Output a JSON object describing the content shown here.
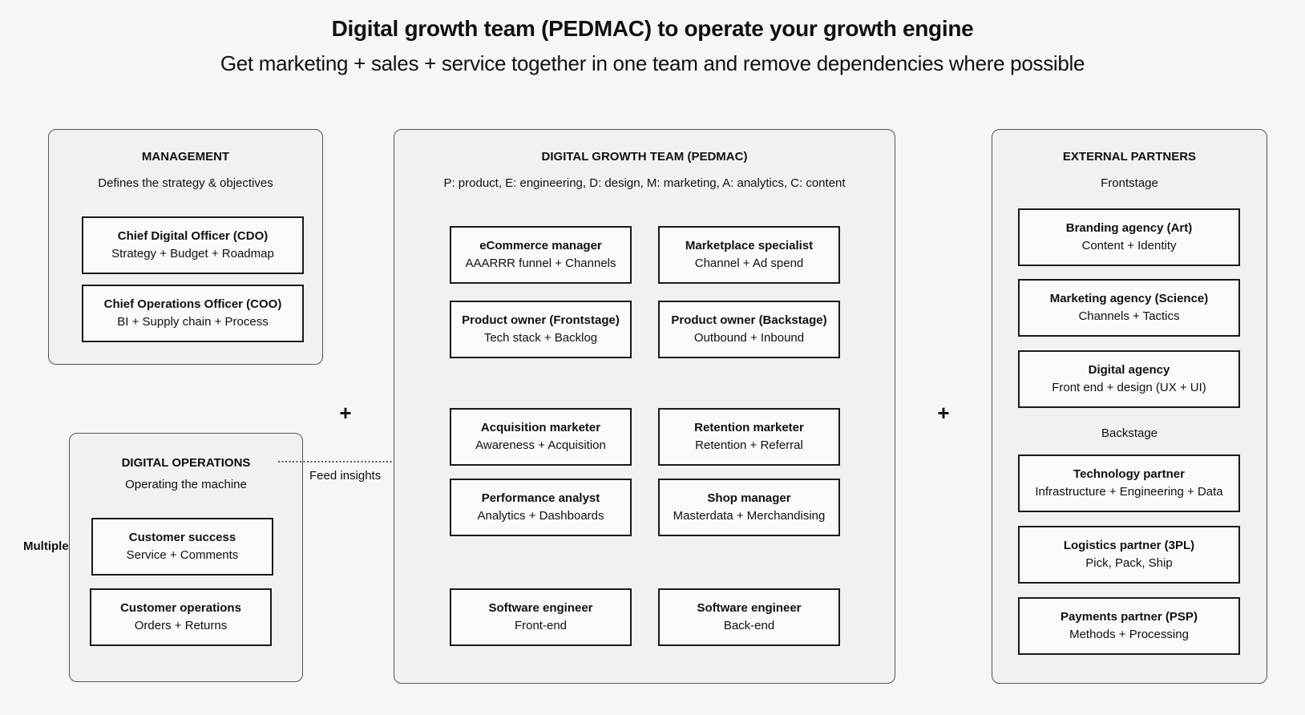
{
  "header": {
    "title": "Digital growth team (PEDMAC) to operate your growth engine",
    "subtitle": "Get marketing + sales + service together in one team and remove dependencies where possible"
  },
  "management": {
    "title": "MANAGEMENT",
    "description": "Defines the strategy & objectives",
    "roles": [
      {
        "name": "Chief Digital Officer (CDO)",
        "desc": "Strategy + Budget + Roadmap"
      },
      {
        "name": "Chief Operations Officer (COO)",
        "desc": "BI + Supply chain + Process"
      }
    ]
  },
  "operations": {
    "title": "DIGITAL OPERATIONS",
    "description": "Operating the machine",
    "side_label": "Multiple",
    "roles": [
      {
        "name": "Customer success",
        "desc": "Service + Comments"
      },
      {
        "name": "Customer operations",
        "desc": "Orders + Returns"
      }
    ]
  },
  "connector": {
    "label": "Feed insights",
    "plus_left": "+",
    "plus_right": "+"
  },
  "growth_team": {
    "title": "DIGITAL GROWTH TEAM (PEDMAC)",
    "description": "P: product, E: engineering, D: design, M: marketing, A: analytics, C: content",
    "roles": [
      {
        "name": "eCommerce manager",
        "desc": "AAARRR funnel + Channels"
      },
      {
        "name": "Marketplace specialist",
        "desc": "Channel + Ad spend"
      },
      {
        "name": "Product owner (Frontstage)",
        "desc": "Tech stack + Backlog"
      },
      {
        "name": "Product owner (Backstage)",
        "desc": "Outbound + Inbound"
      },
      {
        "name": "Acquisition marketer",
        "desc": "Awareness + Acquisition"
      },
      {
        "name": "Retention marketer",
        "desc": "Retention + Referral"
      },
      {
        "name": "Performance analyst",
        "desc": "Analytics + Dashboards"
      },
      {
        "name": "Shop manager",
        "desc": "Masterdata + Merchandising"
      },
      {
        "name": "Software engineer",
        "desc": "Front-end"
      },
      {
        "name": "Software engineer",
        "desc": "Back-end"
      }
    ]
  },
  "partners": {
    "title": "EXTERNAL PARTNERS",
    "frontstage_label": "Frontstage",
    "backstage_label": "Backstage",
    "frontstage": [
      {
        "name": "Branding agency (Art)",
        "desc": "Content + Identity"
      },
      {
        "name": "Marketing agency (Science)",
        "desc": "Channels + Tactics"
      },
      {
        "name": "Digital agency",
        "desc": "Front end + design (UX + UI)"
      }
    ],
    "backstage": [
      {
        "name": "Technology partner",
        "desc": "Infrastructure + Engineering + Data"
      },
      {
        "name": "Logistics partner (3PL)",
        "desc": "Pick, Pack, Ship"
      },
      {
        "name": "Payments partner (PSP)",
        "desc": "Methods + Processing"
      }
    ]
  }
}
